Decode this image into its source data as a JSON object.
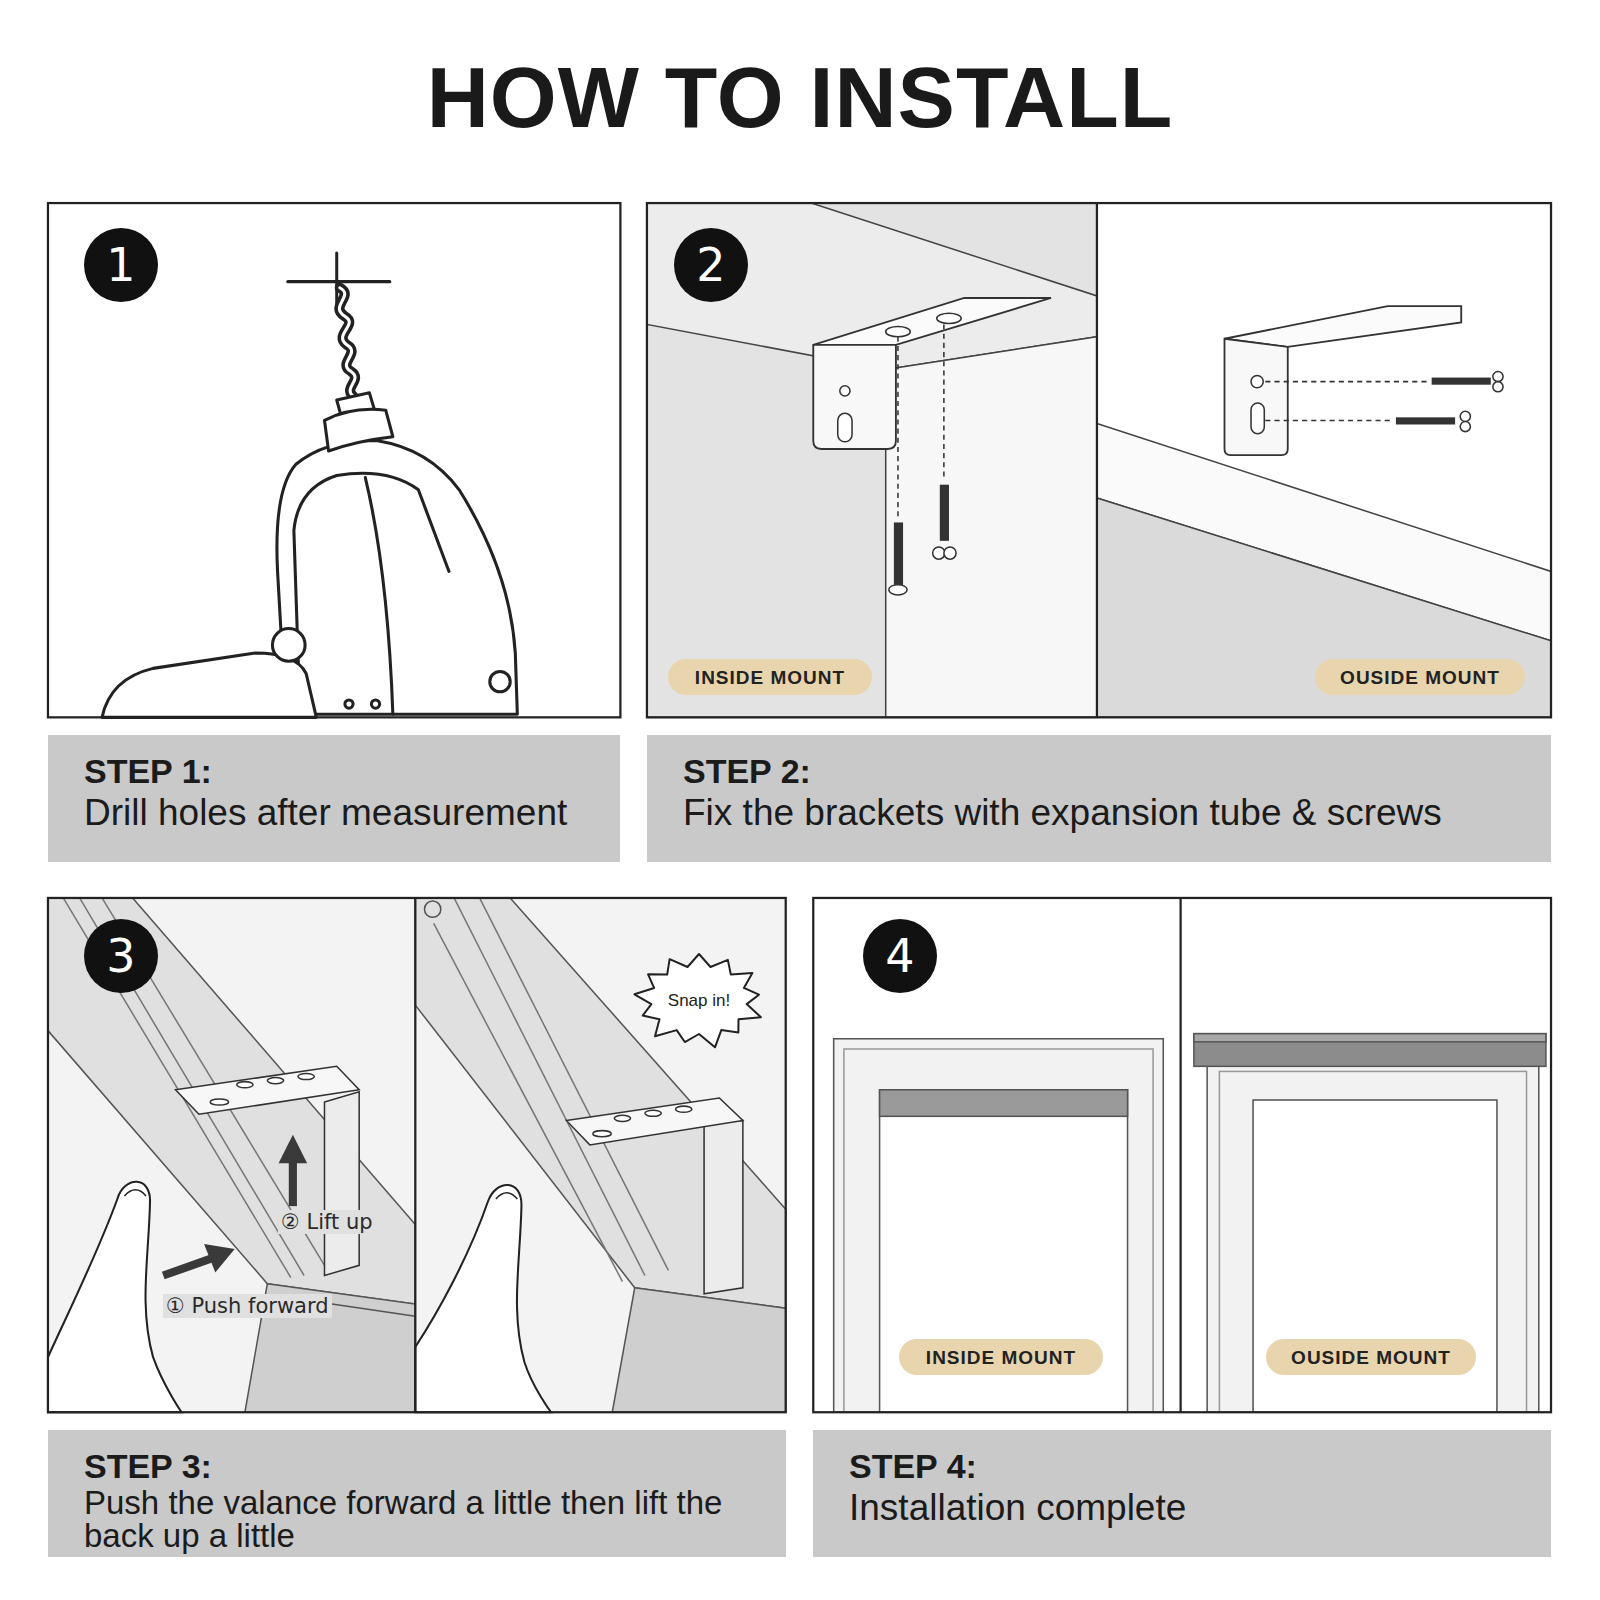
{
  "diagram": {
    "title": "HOW TO INSTALL",
    "nodes": [
      {
        "text": [
          "1"
        ]
      },
      {
        "text": [
          "2"
        ]
      },
      {
        "text": [
          "INSIDE MOUNT"
        ]
      },
      {
        "text": [
          "OUSIDE MOUNT"
        ]
      },
      {
        "text": [
          "STEP 1:",
          "Drill holes after measurement"
        ]
      },
      {
        "text": [
          "STEP 2:",
          "Fix the brackets with expansion tube & screws"
        ]
      },
      {
        "text": [
          "3"
        ]
      },
      {
        "text": [
          "Snap in!"
        ]
      },
      {
        "text": [
          "4"
        ]
      },
      {
        "text": [
          "INSIDE MOUNT"
        ]
      },
      {
        "text": [
          "OUSIDE MOUNT"
        ]
      },
      {
        "text": [
          "STEP 3:",
          "Push the valance forward a little then lift the back up a little"
        ]
      },
      {
        "text": [
          "STEP 4:",
          "Installation complete"
        ]
      }
    ],
    "labels": [
      "② Lift up",
      "① Push forward"
    ]
  }
}
